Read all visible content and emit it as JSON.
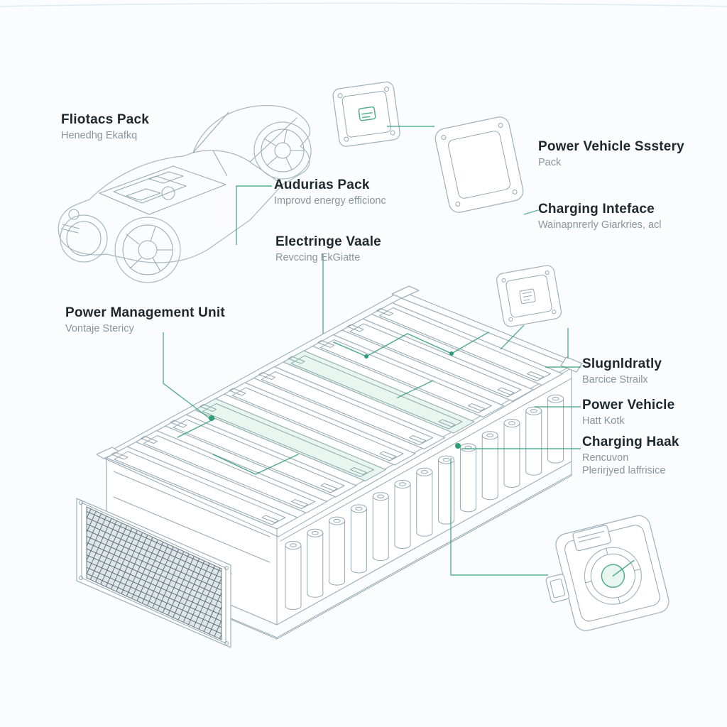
{
  "palette": {
    "background": "#fbfcfd",
    "line_color": "#a9bac4",
    "accent_green": "#2f9e77",
    "title_color": "#20282e",
    "subtitle_color": "#8a949b"
  },
  "figure": {
    "subject": "electric vehicle battery pack exploded technical illustration"
  },
  "callouts": [
    {
      "id": "fliotacs-pack",
      "title": "Fliotacs Pack",
      "subtitle": "Henedhg Ekafkq"
    },
    {
      "id": "audurias-pack",
      "title": "Audurias Pack",
      "subtitle": "Improvd energy efficionc"
    },
    {
      "id": "electringe-vaale",
      "title": "Electringe Vaale",
      "subtitle": "Revccing EkGiatte"
    },
    {
      "id": "power-management-unit",
      "title": "Power Management Unit",
      "subtitle": "Vontaje Stericy"
    },
    {
      "id": "power-vehicle-sstery",
      "title": "Power Vehicle Ssstery",
      "subtitle": "Pack"
    },
    {
      "id": "charging-inteface",
      "title": "Charging Inteface",
      "subtitle": "Wainapnrerly Giarkries, acl"
    },
    {
      "id": "slugnldratly",
      "title": "Slugnldratly",
      "subtitle": "Barcice Strailx"
    },
    {
      "id": "power-vehicle",
      "title": "Power Vehicle",
      "subtitle": "Hatt Kotk"
    },
    {
      "id": "charging-haak",
      "title": "Charging Haak",
      "subtitle": "Rencuvon",
      "subtitle2": "Plerirjyed laffrisice"
    }
  ]
}
